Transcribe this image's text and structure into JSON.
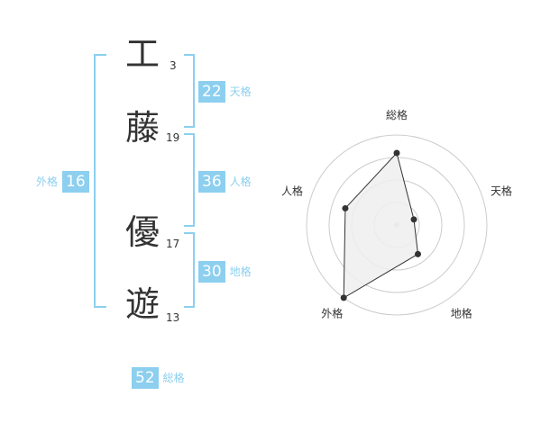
{
  "name": {
    "chars": [
      {
        "char": "工",
        "strokes": "3"
      },
      {
        "char": "藤",
        "strokes": "19"
      },
      {
        "char": "優",
        "strokes": "17"
      },
      {
        "char": "遊",
        "strokes": "13"
      }
    ]
  },
  "fortunes": {
    "tenkaku": {
      "value": "22",
      "label": "天格"
    },
    "jinkaku": {
      "value": "36",
      "label": "人格"
    },
    "chikaku": {
      "value": "30",
      "label": "地格"
    },
    "gaikaku": {
      "value": "16",
      "label": "外格"
    },
    "soukaku": {
      "value": "52",
      "label": "総格"
    }
  },
  "chart_data": {
    "type": "radar",
    "axes": [
      "総格",
      "天格",
      "地格",
      "外格",
      "人格"
    ],
    "values": [
      0.8,
      0.2,
      0.4,
      1.0,
      0.6
    ],
    "rings": 4,
    "colors": {
      "fill": "#efefef",
      "stroke": "#333333",
      "ring": "#cccccc"
    }
  },
  "colors": {
    "accent": "#8ccfef"
  }
}
